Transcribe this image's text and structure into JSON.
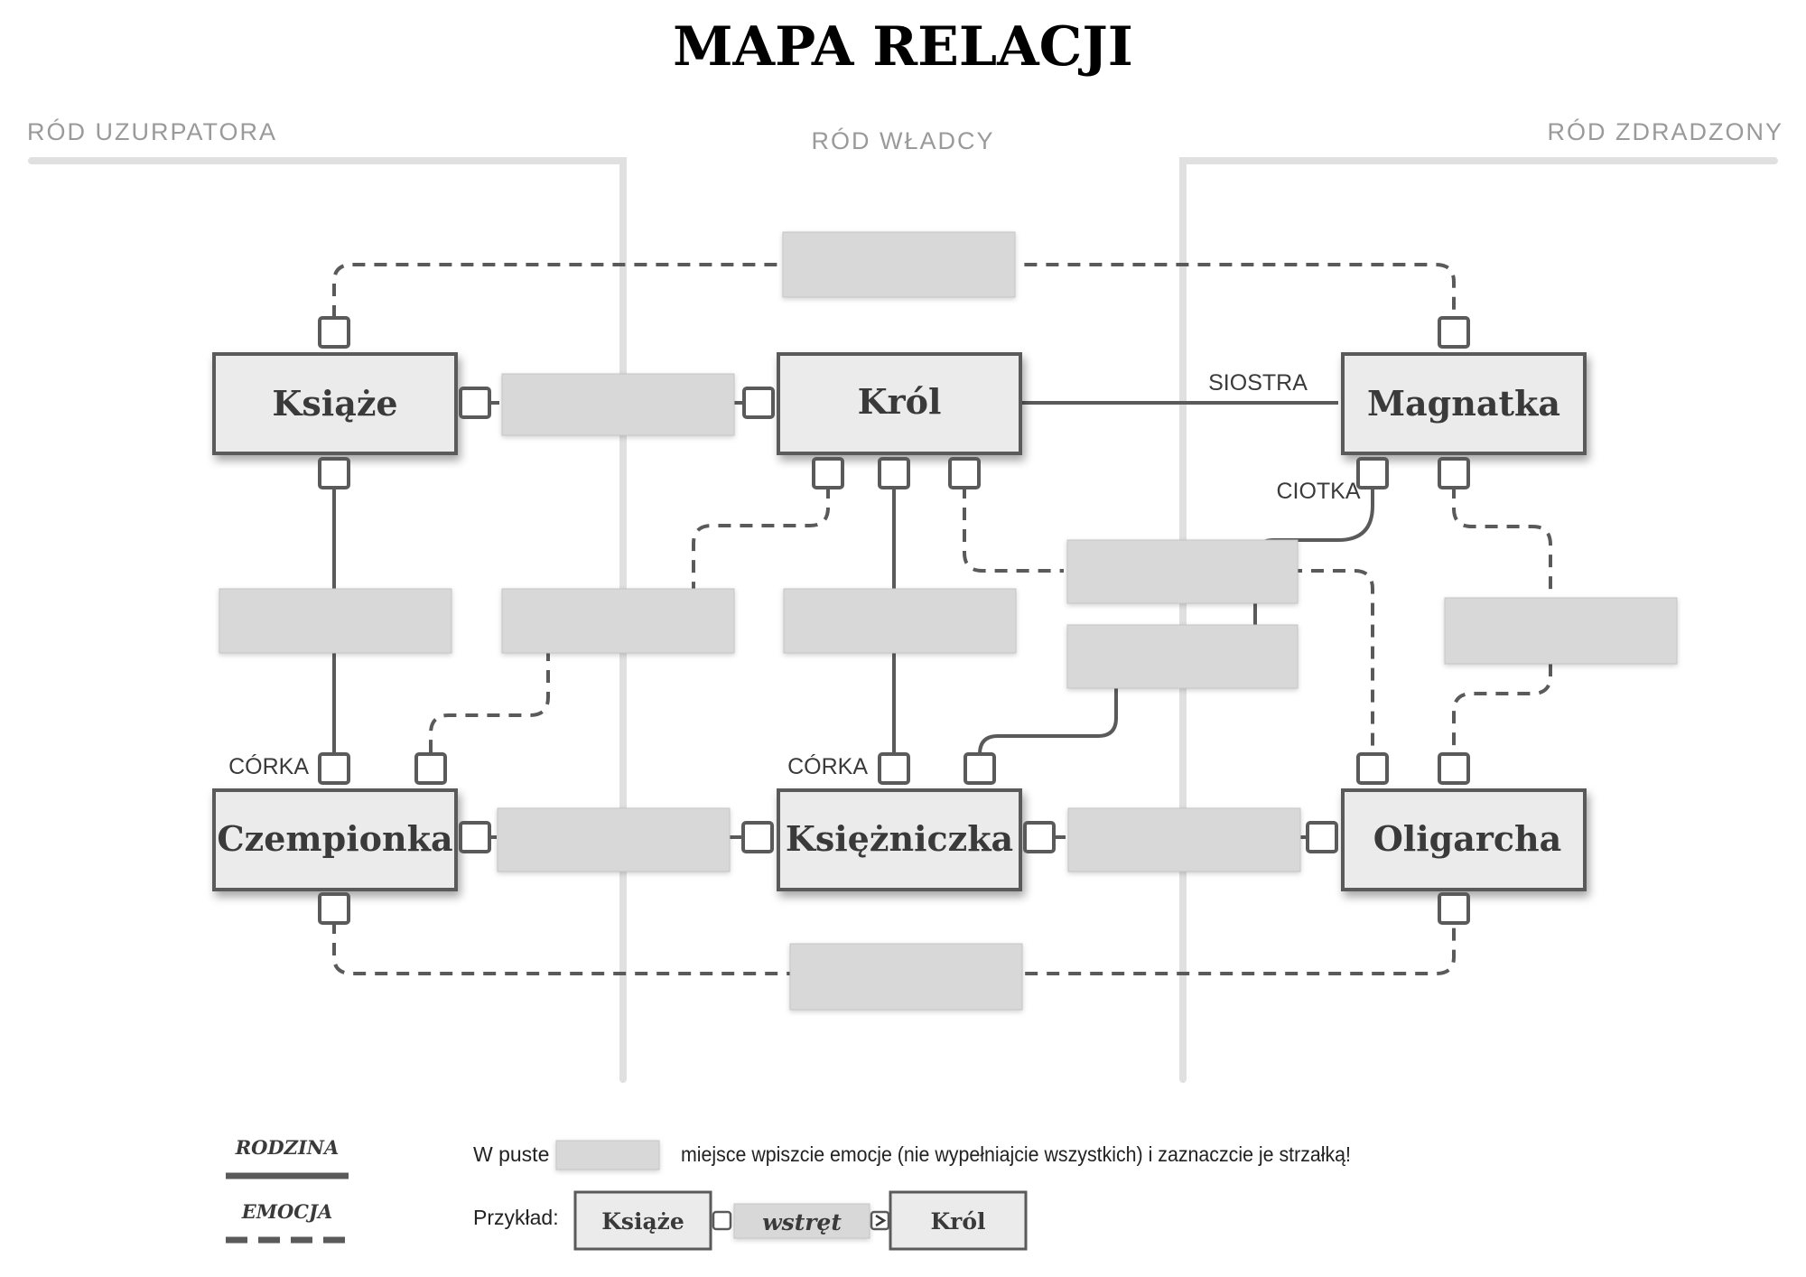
{
  "title": "MAPA RELACJI",
  "sections": {
    "left": "RÓD UZURPATORA",
    "center": "RÓD WŁADCY",
    "right": "RÓD ZDRADZONY"
  },
  "characters": {
    "ksiaze": "Książe",
    "krol": "Król",
    "magnatka": "Magnatka",
    "czempionka": "Czempionka",
    "ksiezniczka": "Księżniczka",
    "oligarcha": "Oligarcha"
  },
  "relations": {
    "siostra": "SIOSTRA",
    "ciotka": "CIOTKA",
    "corka_czempionka": "CÓRKA",
    "corka_ksiezniczka": "CÓRKA"
  },
  "legend": {
    "family_label": "RODZINA",
    "emotion_label": "EMOCJA",
    "instruction_prefix": "W puste",
    "instruction_suffix": "miejsce wpiszcie emocje (nie wypełniajcie wszystkich) i zaznaczcie je strzałką!",
    "example_label": "Przykład:",
    "example_from": "Książe",
    "example_emotion": "wstręt",
    "example_to": "Król"
  },
  "colors": {
    "line": "#5a5a5a",
    "box_fill": "#ebebeb",
    "slot_fill": "#d6d6d6",
    "divider": "#e0e0e0",
    "section_text": "#9a9a9a",
    "name_text": "#3a3a3a"
  }
}
